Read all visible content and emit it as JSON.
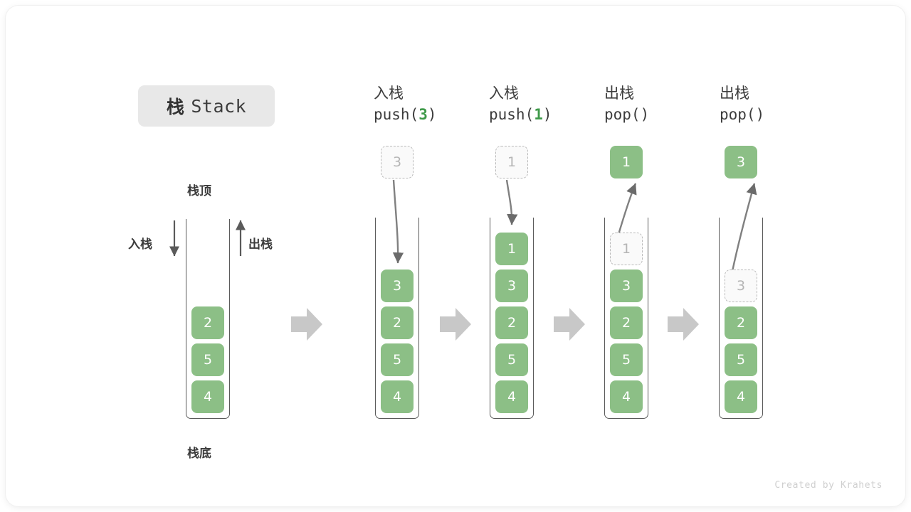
{
  "title": {
    "cn": "栈",
    "en": "Stack"
  },
  "labels": {
    "top": "栈顶",
    "bottom": "栈底",
    "push_side": "入栈",
    "pop_side": "出栈"
  },
  "credit": "Created by Krahets",
  "colors": {
    "cell_fill": "#8cbf86",
    "cell_text": "#ffffff",
    "ghost_border": "#b9b9b9",
    "ghost_text": "#b5b5b5",
    "accent_green": "#3f9a4a",
    "badge_bg": "#e8e8e8",
    "stroke": "#5a5a5a",
    "step_arrow": "#c8c8c8"
  },
  "columns": [
    {
      "id": "initial",
      "head_cn": "",
      "head_code_prefix": "",
      "head_code_arg": "",
      "head_code_suffix": "",
      "floating": null,
      "cells": [
        {
          "value": "2",
          "state": "filled"
        },
        {
          "value": "5",
          "state": "filled"
        },
        {
          "value": "4",
          "state": "filled"
        }
      ]
    },
    {
      "id": "push-3",
      "head_cn": "入栈",
      "head_code_prefix": "push(",
      "head_code_arg": "3",
      "head_code_suffix": ")",
      "floating": {
        "value": "3",
        "state": "ghost"
      },
      "cells": [
        {
          "value": "3",
          "state": "filled"
        },
        {
          "value": "2",
          "state": "filled"
        },
        {
          "value": "5",
          "state": "filled"
        },
        {
          "value": "4",
          "state": "filled"
        }
      ]
    },
    {
      "id": "push-1",
      "head_cn": "入栈",
      "head_code_prefix": "push(",
      "head_code_arg": "1",
      "head_code_suffix": ")",
      "floating": {
        "value": "1",
        "state": "ghost"
      },
      "cells": [
        {
          "value": "1",
          "state": "filled"
        },
        {
          "value": "3",
          "state": "filled"
        },
        {
          "value": "2",
          "state": "filled"
        },
        {
          "value": "5",
          "state": "filled"
        },
        {
          "value": "4",
          "state": "filled"
        }
      ]
    },
    {
      "id": "pop-1",
      "head_cn": "出栈",
      "head_code_prefix": "pop(",
      "head_code_arg": "",
      "head_code_suffix": ")",
      "floating": {
        "value": "1",
        "state": "filled"
      },
      "cells": [
        {
          "value": "1",
          "state": "ghost"
        },
        {
          "value": "3",
          "state": "filled"
        },
        {
          "value": "2",
          "state": "filled"
        },
        {
          "value": "5",
          "state": "filled"
        },
        {
          "value": "4",
          "state": "filled"
        }
      ]
    },
    {
      "id": "pop-3",
      "head_cn": "出栈",
      "head_code_prefix": "pop(",
      "head_code_arg": "",
      "head_code_suffix": ")",
      "floating": {
        "value": "3",
        "state": "filled"
      },
      "cells": [
        {
          "value": "3",
          "state": "ghost"
        },
        {
          "value": "2",
          "state": "filled"
        },
        {
          "value": "5",
          "state": "filled"
        },
        {
          "value": "4",
          "state": "filled"
        }
      ]
    }
  ]
}
